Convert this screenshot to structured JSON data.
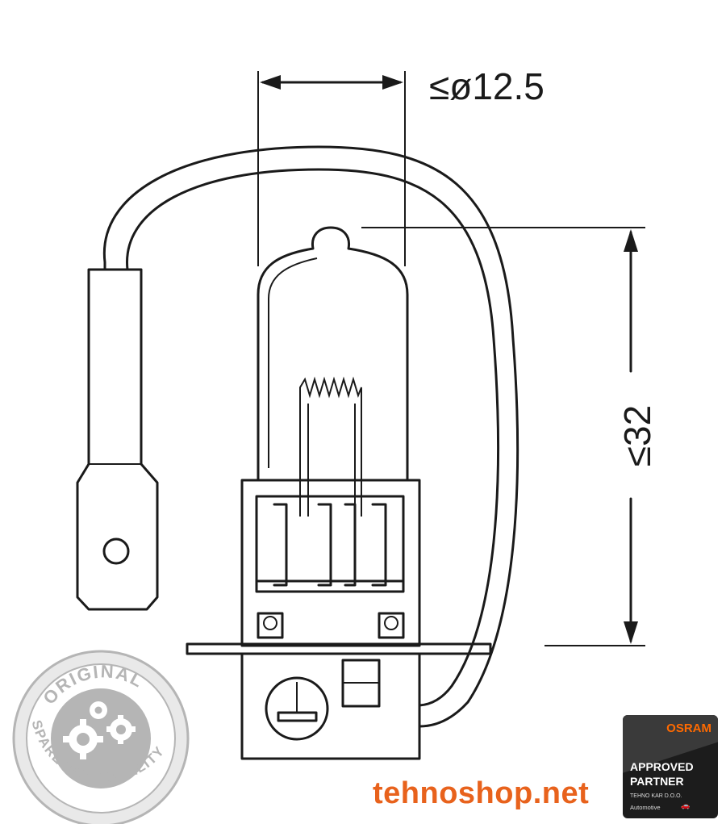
{
  "dimensions": {
    "diameter_label": "≤ø12.5",
    "height_label": "≤32"
  },
  "seal": {
    "top_text": "ORIGINAL",
    "bottom_text": "SPARE PART QUALITY"
  },
  "website": "tehnoshop.net",
  "partner_badge": {
    "brand": "OSRAM",
    "line1": "APPROVED",
    "line2": "PARTNER",
    "line3": "TEHNO KAR D.O.O.",
    "line4": "Automotive"
  },
  "colors": {
    "line": "#1a1a1a",
    "accent_orange": "#e8621c",
    "badge_bg": "#1c1c1c",
    "seal_gray": "#b5b5b5"
  },
  "icons": [
    "gear-icon",
    "car-icon"
  ]
}
